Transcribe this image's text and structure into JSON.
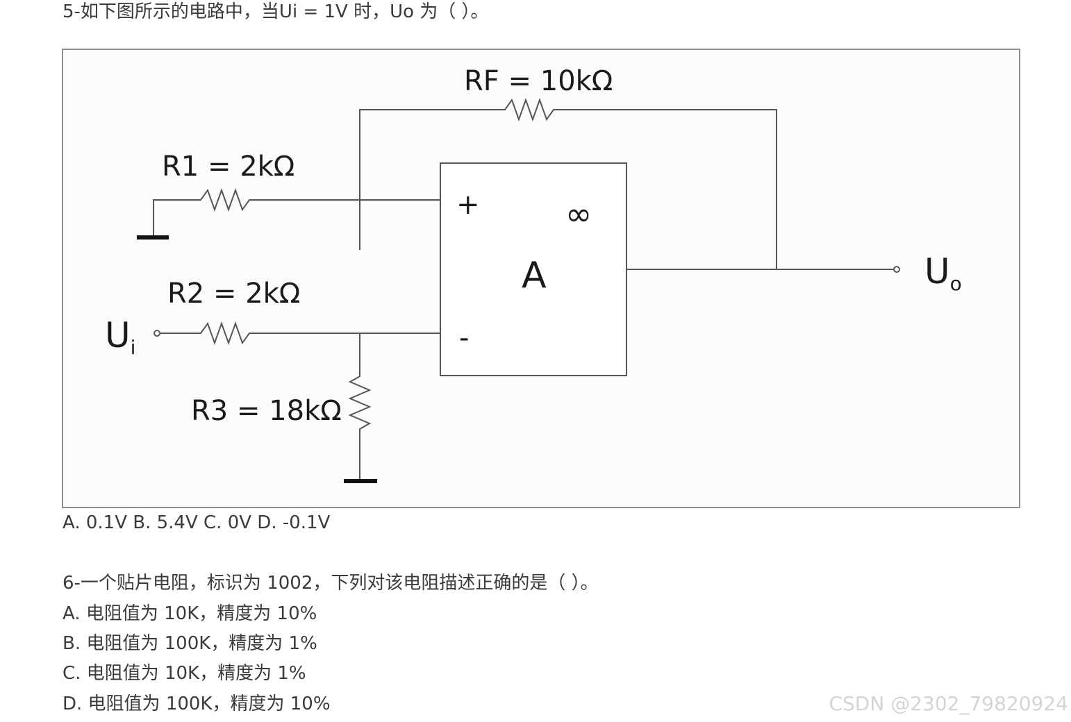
{
  "q5": {
    "title": "5-如下图所示的电路中，当Ui = 1V 时，Uo 为（ ）。",
    "options": "A. 0.1V B. 5.4V C. 0V D. -0.1V"
  },
  "circuit": {
    "rf_label": "RF = 10kΩ",
    "r1_label": "R1 = 2kΩ",
    "r2_label": "R2 = 2kΩ",
    "r3_label": "R3 = 18kΩ",
    "plus": "+",
    "minus": "-",
    "infinity": "∞",
    "amp_label": "A",
    "ui_main": "U",
    "ui_sub": "i",
    "uo_main": "U",
    "uo_sub": "o"
  },
  "q6": {
    "title": "6-一个贴片电阻，标识为 1002，下列对该电阻描述正确的是（ ）。",
    "option_a": "A. 电阻值为 10K，精度为 10%",
    "option_b": "B. 电阻值为 100K，精度为 1%",
    "option_c": "C. 电阻值为 10K，精度为 1%",
    "option_d": "D. 电阻值为 100K，精度为 10%"
  },
  "watermark": "CSDN @2302_79820924"
}
